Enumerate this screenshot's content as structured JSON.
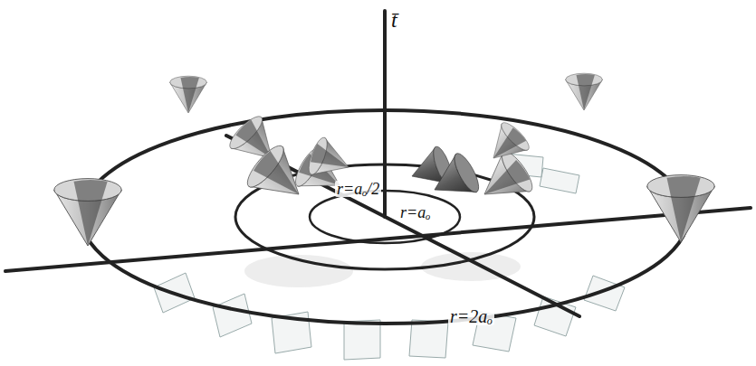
{
  "diagram": {
    "labels": [
      "t̄",
      "r=aₒ/2",
      "r=aₒ",
      "r=2aₒ"
    ]
  }
}
